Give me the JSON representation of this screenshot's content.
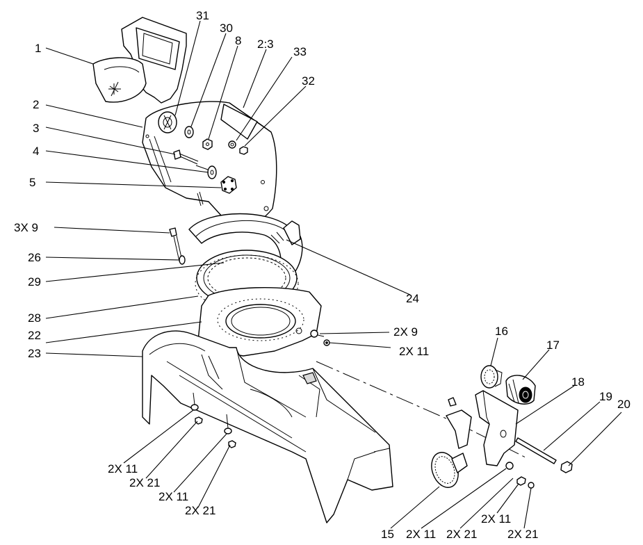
{
  "callouts": [
    {
      "id": "c1",
      "text": "1"
    },
    {
      "id": "c31",
      "text": "31"
    },
    {
      "id": "c30",
      "text": "30"
    },
    {
      "id": "c8",
      "text": "8"
    },
    {
      "id": "c23r",
      "text": "2:3"
    },
    {
      "id": "c33",
      "text": "33"
    },
    {
      "id": "c32",
      "text": "32"
    },
    {
      "id": "c2",
      "text": "2"
    },
    {
      "id": "c3",
      "text": "3"
    },
    {
      "id": "c4",
      "text": "4"
    },
    {
      "id": "c5",
      "text": "5"
    },
    {
      "id": "c3x9",
      "text": "3X 9"
    },
    {
      "id": "c26",
      "text": "26"
    },
    {
      "id": "c29",
      "text": "29"
    },
    {
      "id": "c24",
      "text": "24"
    },
    {
      "id": "c28",
      "text": "28"
    },
    {
      "id": "c22",
      "text": "22"
    },
    {
      "id": "c2x9",
      "text": "2X 9"
    },
    {
      "id": "c2x11a",
      "text": "2X 11"
    },
    {
      "id": "c23",
      "text": "23"
    },
    {
      "id": "c16",
      "text": "16"
    },
    {
      "id": "c17",
      "text": "17"
    },
    {
      "id": "c18",
      "text": "18"
    },
    {
      "id": "c19",
      "text": "19"
    },
    {
      "id": "c20",
      "text": "20"
    },
    {
      "id": "c2x11b",
      "text": "2X 11"
    },
    {
      "id": "c2x21a",
      "text": "2X 21"
    },
    {
      "id": "c2x11c",
      "text": "2X 11"
    },
    {
      "id": "c2x21b",
      "text": "2X 21"
    },
    {
      "id": "c15",
      "text": "15"
    },
    {
      "id": "c2x11d",
      "text": "2X 11"
    },
    {
      "id": "c2x21c",
      "text": "2X 21"
    },
    {
      "id": "c2x11e",
      "text": "2X 11"
    },
    {
      "id": "c2x21d",
      "text": "2X 21"
    }
  ]
}
